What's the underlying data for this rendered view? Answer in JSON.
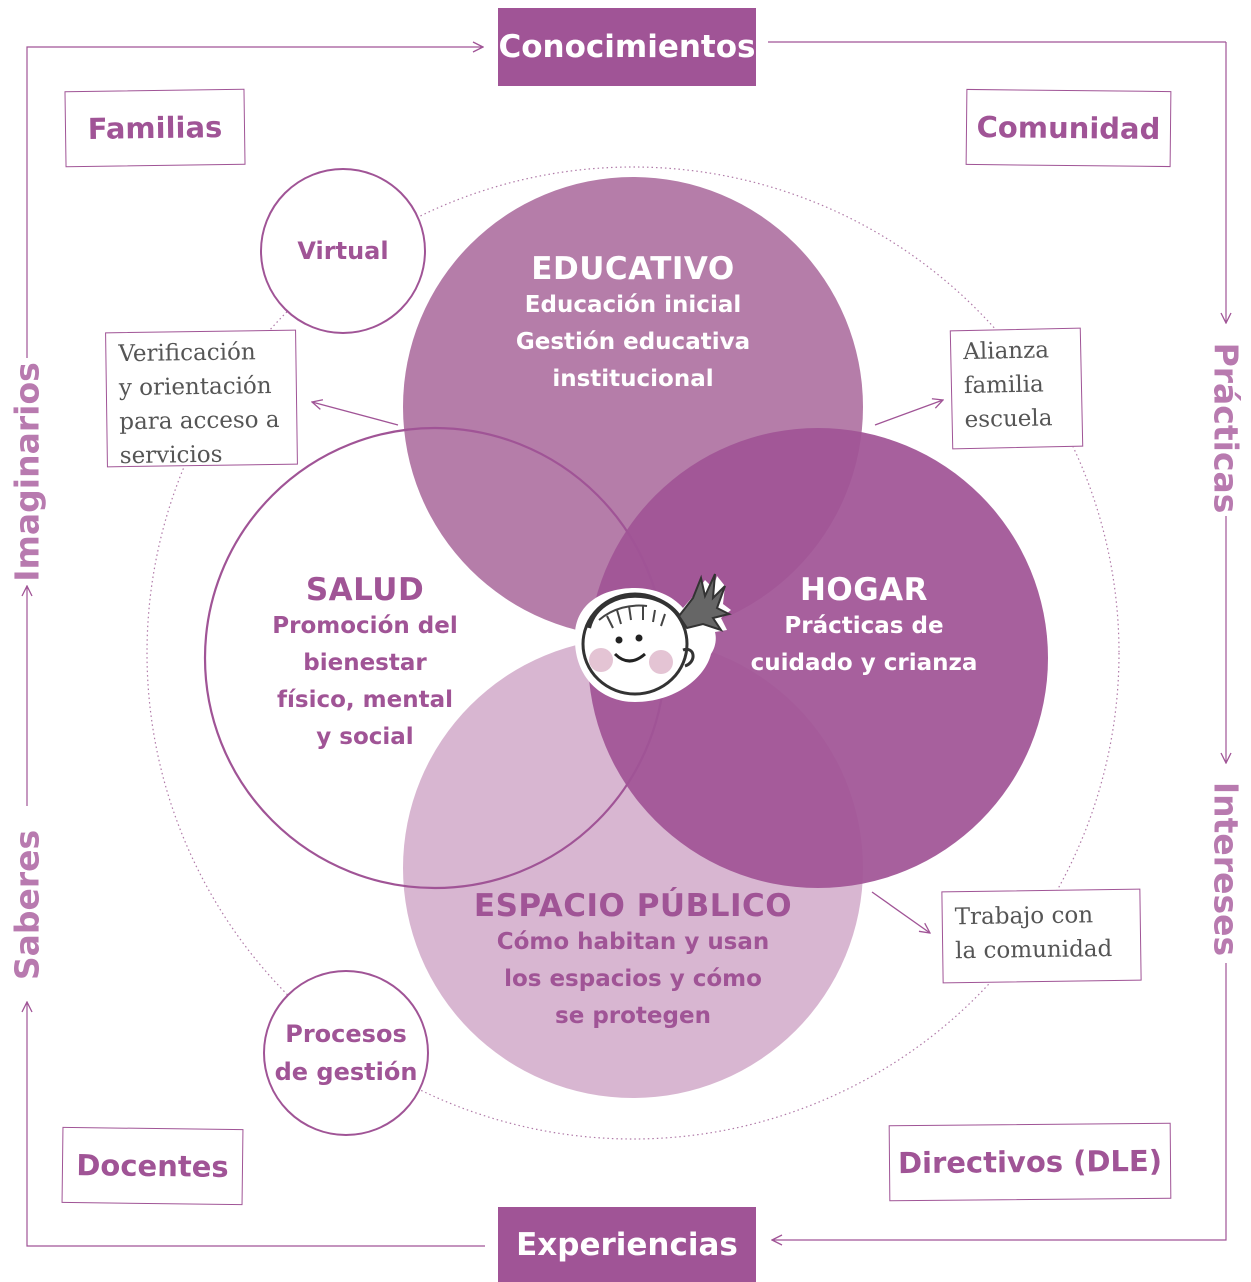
{
  "top_banner": "Conocimientos",
  "bottom_banner": "Experiencias",
  "corners": {
    "top_left": "Familias",
    "top_right": "Comunidad",
    "bottom_left": "Docentes",
    "bottom_right": "Directivos (DLE)"
  },
  "side_labels": {
    "left_upper": "Imaginarios",
    "left_lower": "Saberes",
    "right_upper": "Prácticas",
    "right_lower": "Intereses"
  },
  "small_circles": {
    "virtual": "Virtual",
    "procesos": [
      "Procesos",
      "de gestión"
    ]
  },
  "notes": {
    "verificacion": [
      "Verificación",
      "y orientación",
      "para acceso a",
      "servicios"
    ],
    "alianza": [
      "Alianza",
      "familia",
      "escuela"
    ],
    "trabajo": [
      "Trabajo con",
      "la comunidad"
    ]
  },
  "venn": {
    "educativo": {
      "title": "EDUCATIVO",
      "lines": [
        "Educación inicial",
        "Gestión educativa",
        "institucional"
      ]
    },
    "salud": {
      "title": "SALUD",
      "lines": [
        "Promoción del bienestar",
        "físico, mental",
        "y social"
      ]
    },
    "hogar": {
      "title": "HOGAR",
      "lines": [
        "Prácticas de",
        "cuidado y crianza"
      ]
    },
    "espacio": {
      "title": "ESPACIO PÚBLICO",
      "lines": [
        "Cómo habitan y usan",
        "los espacios y cómo",
        "se protegen"
      ]
    }
  },
  "colors": {
    "primary": "#a05496",
    "educativo_fill": "#b57da9",
    "hogar_fill": "#a05496",
    "espacio_fill": "#d6b2cf"
  },
  "icons": [
    "child-face-icon"
  ]
}
